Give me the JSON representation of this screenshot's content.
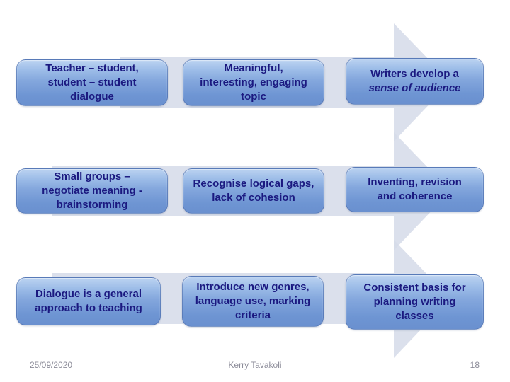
{
  "slide": {
    "rows": [
      {
        "left": {
          "lines": [
            "Teacher – student,",
            "student – student",
            "dialogue"
          ]
        },
        "middle": {
          "lines": [
            "Meaningful,",
            "interesting, engaging",
            "topic"
          ]
        },
        "right": {
          "lines": [
            "Writers develop a",
            "sense of audience"
          ]
        }
      },
      {
        "left": {
          "lines": [
            "Small groups –",
            "negotiate meaning -",
            "brainstorming"
          ]
        },
        "middle": {
          "lines": [
            "Recognise logical gaps,",
            "lack of cohesion"
          ]
        },
        "right": {
          "lines": [
            "Inventing, revision",
            "and coherence"
          ]
        }
      },
      {
        "left": {
          "lines": [
            "Dialogue is a general",
            "approach to teaching"
          ]
        },
        "middle": {
          "lines": [
            "Introduce new genres,",
            "language use, marking",
            "criteria"
          ]
        },
        "right": {
          "lines": [
            "Consistent basis for",
            "planning writing",
            "classes"
          ]
        }
      }
    ],
    "footer": {
      "date": "25/09/2020",
      "author": "Kerry Tavakoli",
      "page_number": "18"
    },
    "colors": {
      "arrow": "#d5dbe9",
      "box_gradient_top": "#bcd3f1",
      "box_gradient_bottom": "#6a90cf",
      "box_border": "#4868a6",
      "box_text": "#1b1980",
      "footer_text": "#8c8c99"
    }
  }
}
